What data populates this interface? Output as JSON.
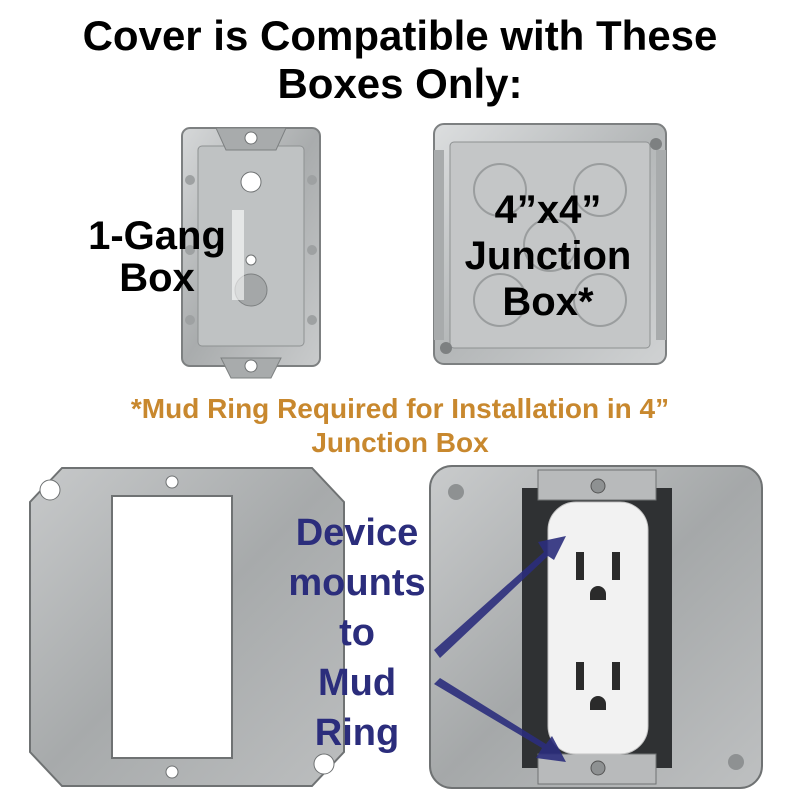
{
  "title": {
    "line1": "Cover is Compatible with These",
    "line2": "Boxes Only:"
  },
  "gang_box": {
    "label_line1": "1-Gang",
    "label_line2": "Box"
  },
  "junction_box": {
    "label_line1": "4”x4”",
    "label_line2": "Junction",
    "label_line3": "Box*"
  },
  "note": {
    "line1": "*Mud Ring Required for Installation in 4”",
    "line2": "Junction Box"
  },
  "device_label": {
    "line1": "Device",
    "line2": "mounts",
    "line3": "to",
    "line4": "Mud",
    "line5": "Ring"
  },
  "colors": {
    "note": "#c8882e",
    "device_label": "#2b2d7c",
    "metal": "#b9bcbd",
    "metal_dark": "#8e9192"
  }
}
